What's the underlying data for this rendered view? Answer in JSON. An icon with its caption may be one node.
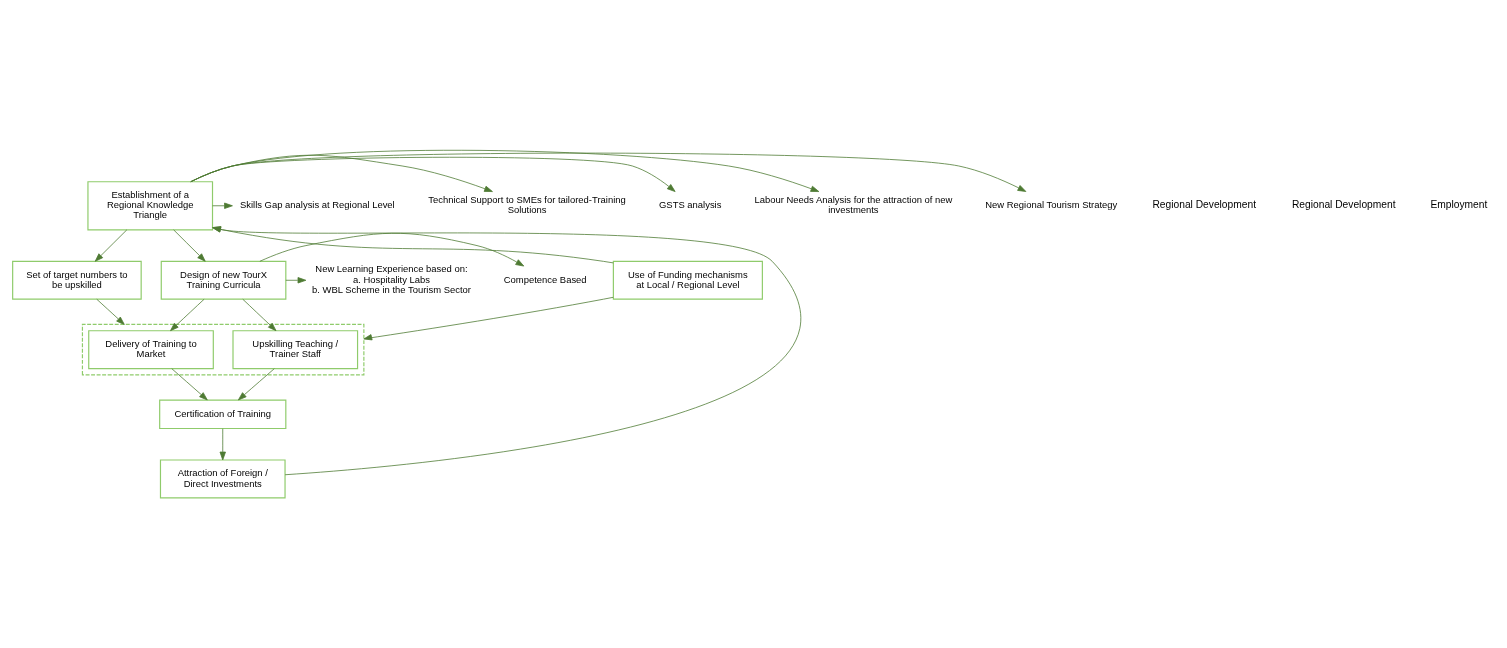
{
  "diagram": {
    "nodes": [
      {
        "text": [
          "Establishment of a Regional Knowledge Triangle"
        ]
      },
      {
        "text": [
          "New Regional Tourism Strategy"
        ]
      },
      {
        "text": [
          "Labour Needs Analysis for the attraction of new investments"
        ]
      },
      {
        "text": [
          "GSTS analysis"
        ]
      },
      {
        "text": [
          "Technical Support to SMEs for tailored-Training Solutions"
        ]
      },
      {
        "text": [
          "Skills Gap analysis at Regional Level"
        ]
      },
      {
        "text": [
          "Set of target numbers to be upskilled"
        ]
      },
      {
        "text": [
          "Design of new TourX Training Curricula"
        ]
      },
      {
        "text": [
          "Competence Based"
        ]
      },
      {
        "text": [
          "New Learning Experience based on:",
          "a. Hospitality Labs",
          "b. WBL Scheme in the Tourism Sector"
        ]
      },
      {
        "text": [
          "Use of Funding mechanisms at Local / Regional Level"
        ]
      },
      {
        "text": [
          "Attraction of Foreign / Direct Investments"
        ]
      },
      {
        "text": [],
        "shape": "box"
      },
      {
        "text": [
          "Upskilling Teaching / Trainer Staff"
        ],
        "in": 12
      },
      {
        "text": [
          "Delivery of Training to Market"
        ],
        "in": 12
      },
      {
        "text": [
          "Certification of Training"
        ]
      }
    ],
    "edges": [
      {
        "from": 0,
        "to": 1,
        "arrow": "to"
      },
      {
        "from": 0,
        "to": 2,
        "arrow": "to"
      },
      {
        "from": 0,
        "to": 3,
        "arrow": "to"
      },
      {
        "from": 0,
        "to": 4,
        "arrow": "to"
      },
      {
        "from": 0,
        "to": 5,
        "arrow": "to"
      },
      {
        "from": 0,
        "to": 6,
        "arrow": "to"
      },
      {
        "from": 0,
        "to": 7,
        "arrow": "to"
      },
      {
        "from": 7,
        "to": 8,
        "arrow": "to"
      },
      {
        "from": 7,
        "to": 9,
        "arrow": "to"
      },
      {
        "from": 7,
        "to": 13,
        "arrow": "to"
      },
      {
        "from": 7,
        "to": 14,
        "arrow": "to"
      },
      {
        "from": 6,
        "to": 12,
        "arrow": "to"
      },
      {
        "from": 10,
        "to": 12,
        "arrow": "to"
      },
      {
        "from": 10,
        "to": 0,
        "arrow": "to"
      },
      {
        "from": 11,
        "to": 0,
        "arrow": "to"
      },
      {
        "from": 13,
        "to": 15,
        "arrow": "to"
      },
      {
        "from": 14,
        "to": 15,
        "arrow": "to"
      },
      {
        "from": 15,
        "to": 11,
        "arrow": "to"
      }
    ],
    "labels": [
      "Regional Development",
      "Regional Development",
      "Employment"
    ]
  }
}
